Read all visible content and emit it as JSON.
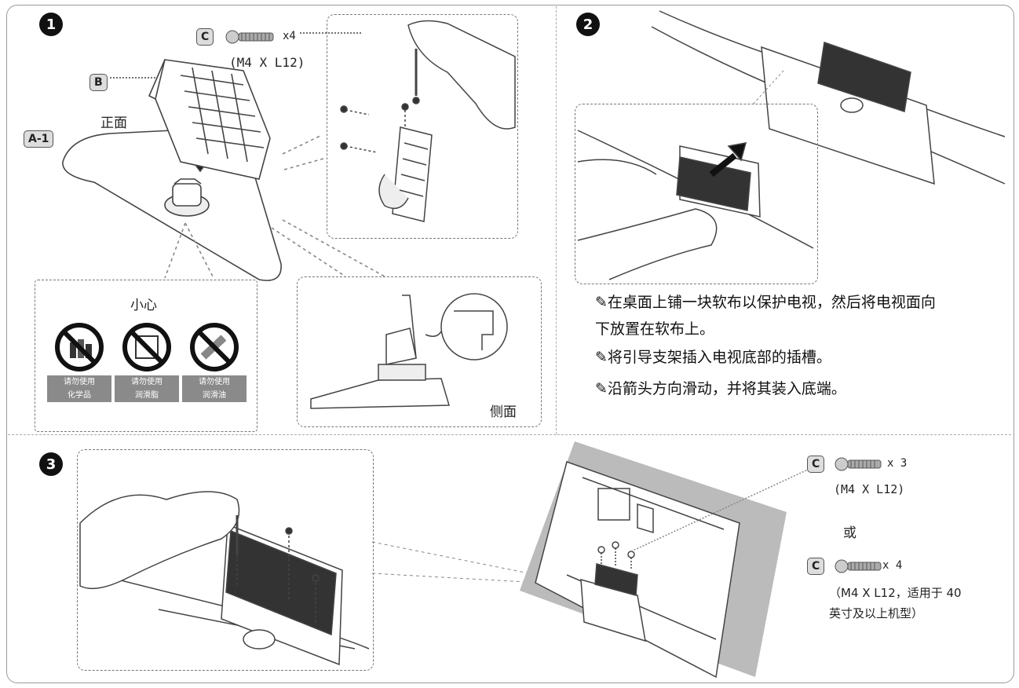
{
  "steps": [
    "1",
    "2",
    "3"
  ],
  "step1": {
    "parts": {
      "c_code": "C",
      "c_qty": "x4",
      "c_spec": "(M4 X L12)",
      "b_code": "B",
      "a_code": "A-1"
    },
    "front_label": "正面",
    "side_label": "侧面",
    "caution": {
      "title": "小心",
      "items": [
        {
          "icon": "no-chemicals-icon",
          "line1": "请勿使用",
          "line2": "化学品"
        },
        {
          "icon": "no-lubricant-icon",
          "line1": "请勿使用",
          "line2": "润滑脂"
        },
        {
          "icon": "no-oil-icon",
          "line1": "请勿使用",
          "line2": "润滑油"
        }
      ]
    }
  },
  "step2": {
    "instructions": [
      "在桌面上铺一块软布以保护电视，然后将电视面向",
      "下放置在软布上。",
      "将引导支架插入电视底部的插槽。",
      "沿箭头方向滑动，并将其装入底端。"
    ]
  },
  "step3": {
    "option1": {
      "code": "C",
      "qty": "x 3",
      "spec": "(M4 X L12)"
    },
    "or_text": "或",
    "option2": {
      "code": "C",
      "qty": "x 4",
      "spec": "（M4 X L12，适用于 40",
      "spec2": "英寸及以上机型）"
    }
  }
}
